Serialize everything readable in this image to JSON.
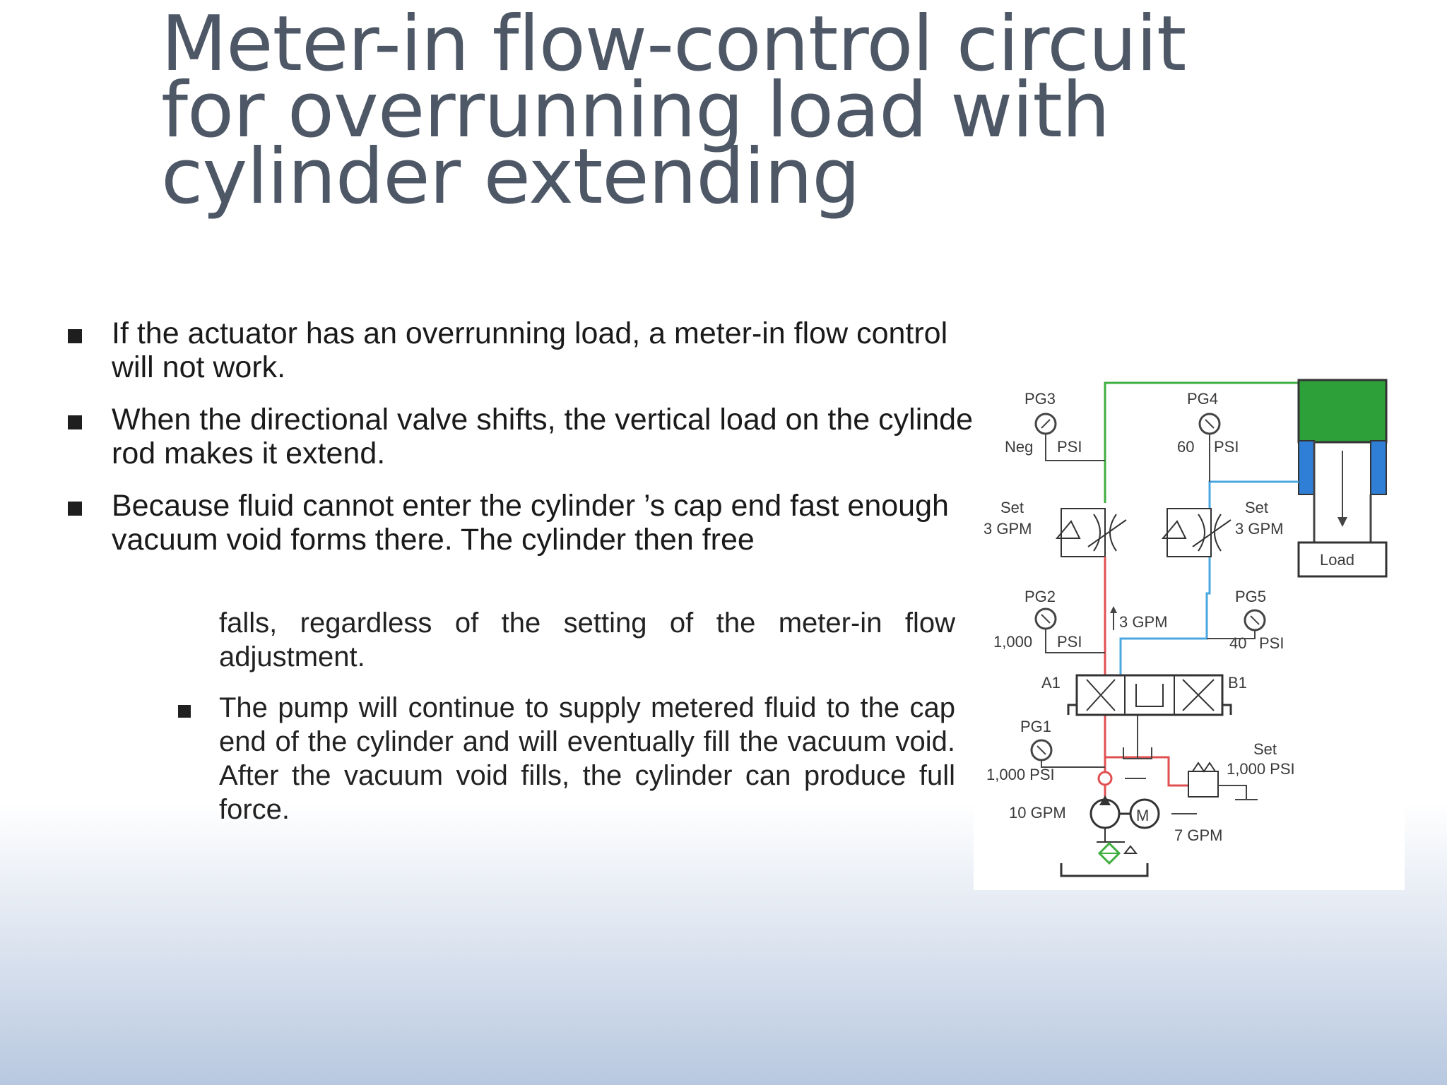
{
  "title": "Meter-in flow-control circuit for overrunning load with cylinder extending",
  "bullets": [
    "If the actuator has an overrunning load, a meter-in flow control will not work.",
    "When the directional valve shifts, the vertical load on the cylinder rod makes it extend.",
    "Because fluid cannot enter the cylinder ’s cap end fast enough vacuum void forms there. The cylinder then free"
  ],
  "continuation": "falls, regardless of the setting of the meter-in flow adjustment.",
  "sub_bullets": [
    "The pump will continue to supply metered fluid to the cap end of the cylinder and will eventually fill the vacuum void. After the vacuum void fills, the cylinder can produce full force."
  ],
  "diagram": {
    "pg3_label": "PG3",
    "pg3_reading": "Neg",
    "pg3_unit": "PSI",
    "pg4_label": "PG4",
    "pg4_reading": "60",
    "pg4_unit": "PSI",
    "set_left": "Set",
    "gpm_left": "3 GPM",
    "set_right": "Set",
    "gpm_right": "3 GPM",
    "load_label": "Load",
    "pg2_label": "PG2",
    "pg2_reading": "1,000",
    "pg2_unit": "PSI",
    "flow_arrow_label": "3 GPM",
    "pg5_label": "PG5",
    "pg5_reading": "40",
    "pg5_unit": "PSI",
    "a1_label": "A1",
    "b1_label": "B1",
    "pg1_label": "PG1",
    "pg1_value": "1,000 PSI",
    "relief_set": "Set",
    "relief_value": "1,000 PSI",
    "pump_flow": "10 GPM",
    "relief_flow": "7 GPM",
    "colors": {
      "pressure_line": "#e05050",
      "cap_line": "#3fae3f",
      "return_line": "#4ba7e0",
      "cylinder_cap": "#2ea03a",
      "cylinder_wall": "#2f7fd6"
    }
  }
}
